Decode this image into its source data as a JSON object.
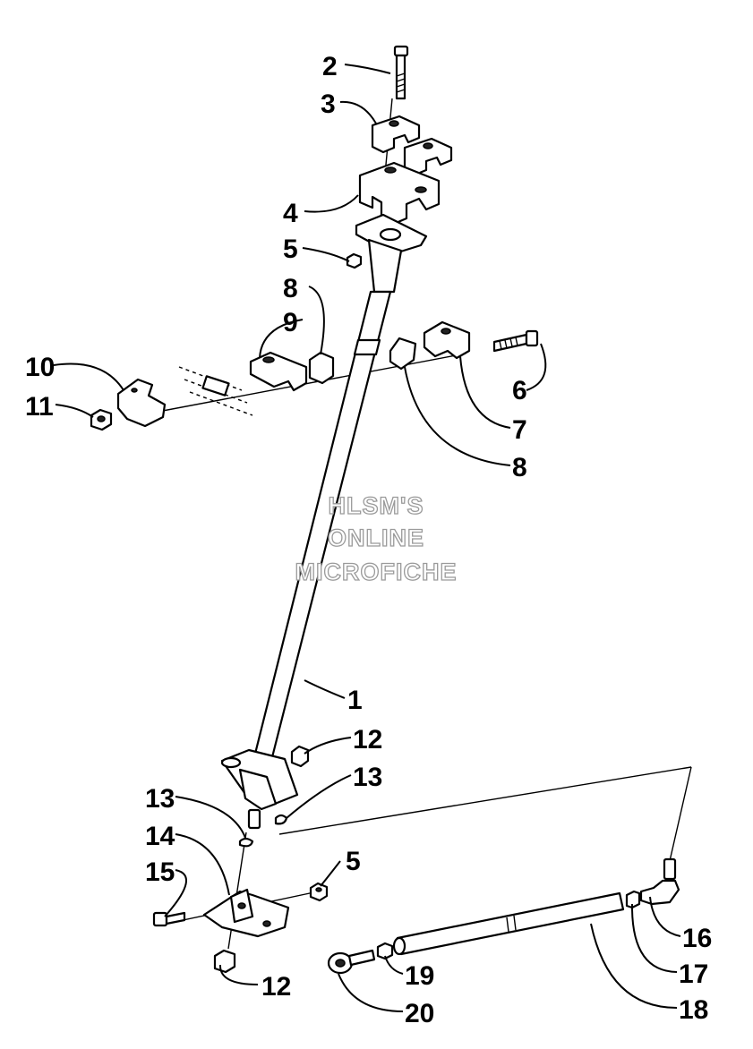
{
  "watermark": {
    "line1": "HLSM'S",
    "line2": "ONLINE",
    "line3": "MICROFICHE"
  },
  "callouts": {
    "c1": "1",
    "c2": "2",
    "c3": "3",
    "c4": "4",
    "c5a": "5",
    "c5b": "5",
    "c6": "6",
    "c7": "7",
    "c8a": "8",
    "c8b": "8",
    "c9": "9",
    "c10": "10",
    "c11": "11",
    "c12a": "12",
    "c12b": "12",
    "c13a": "13",
    "c13b": "13",
    "c14": "14",
    "c15": "15",
    "c16": "16",
    "c17": "17",
    "c18": "18",
    "c19": "19",
    "c20": "20"
  },
  "colors": {
    "line": "#000000",
    "background": "#ffffff",
    "watermark": "#9a9a9a"
  }
}
